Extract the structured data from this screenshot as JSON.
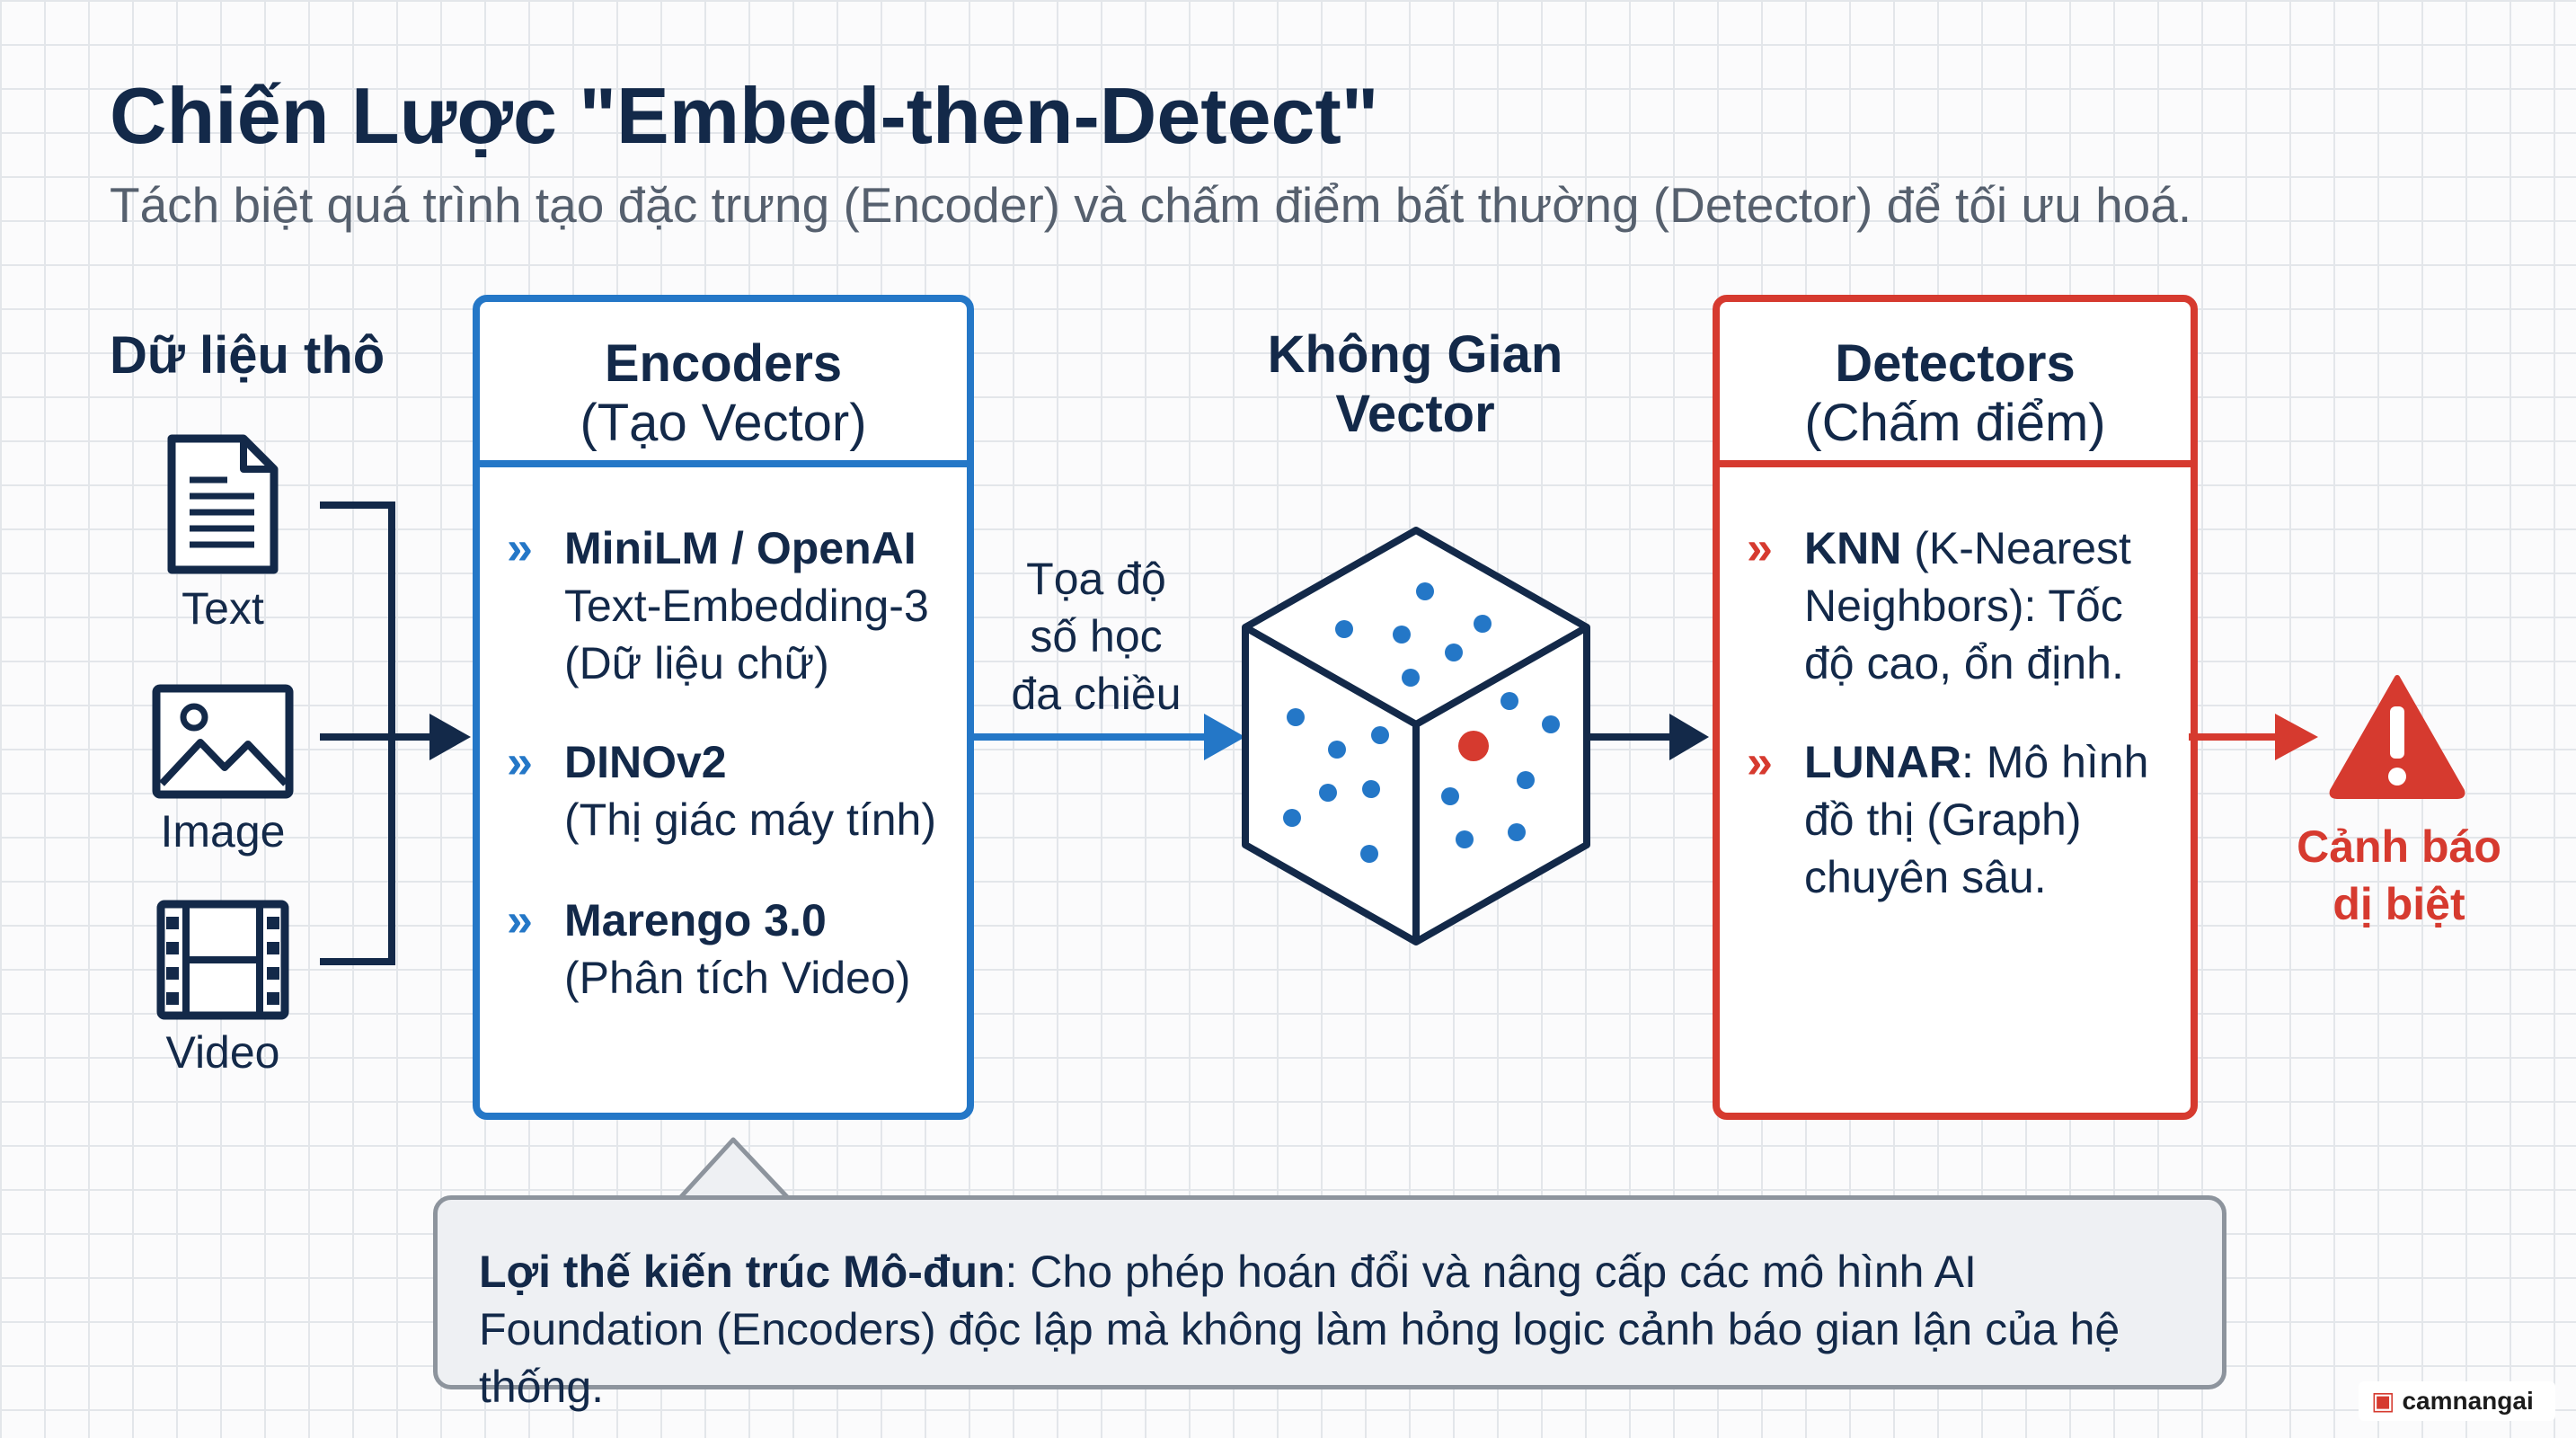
{
  "header": {
    "title": "Chiến Lược \"Embed-then-Detect\"",
    "subtitle": "Tách biệt quá trình tạo đặc trưng (Encoder) và chấm điểm bất thường (Detector) để tối ưu hoá."
  },
  "raw_data": {
    "title": "Dữ liệu thô",
    "items": [
      {
        "label": "Text",
        "icon": "document-icon"
      },
      {
        "label": "Image",
        "icon": "image-icon"
      },
      {
        "label": "Video",
        "icon": "film-icon"
      }
    ]
  },
  "encoders": {
    "title": "Encoders",
    "subtitle": "(Tạo Vector)",
    "marker": "»",
    "items": [
      {
        "name": "MiniLM / OpenAI",
        "desc": "Text-Embedding-3 (Dữ liệu chữ)"
      },
      {
        "name": "DINOv2",
        "desc": "(Thị giác máy tính)"
      },
      {
        "name": "Marengo 3.0",
        "desc": "(Phân tích Video)"
      }
    ]
  },
  "connector_label": {
    "line1": "Tọa độ",
    "line2": "số học",
    "line3": "đa chiều"
  },
  "vector_space": {
    "title_line1": "Không Gian",
    "title_line2": "Vector",
    "icon": "cube-icon"
  },
  "detectors": {
    "title": "Detectors",
    "subtitle": "(Chấm điểm)",
    "marker": "»",
    "items": [
      {
        "name": "KNN",
        "desc": " (K-Nearest Neighbors): Tốc độ cao, ổn định."
      },
      {
        "name": "LUNAR",
        "desc": ": Mô hình đồ thị (Graph) chuyên sâu."
      }
    ]
  },
  "alert": {
    "line1": "Cảnh báo",
    "line2": "dị biệt",
    "icon": "warning-icon"
  },
  "callout": {
    "bold": "Lợi thế kiến trúc Mô-đun",
    "text": ": Cho phép hoán đổi và nâng cấp các mô hình AI Foundation (Encoders) độc lập mà không làm hỏng logic cảnh báo gian lận của hệ thống."
  },
  "watermark": {
    "text": "camnangai"
  },
  "colors": {
    "navy": "#132949",
    "blue": "#2477c7",
    "red": "#d63a2f",
    "gray": "#56606e"
  }
}
